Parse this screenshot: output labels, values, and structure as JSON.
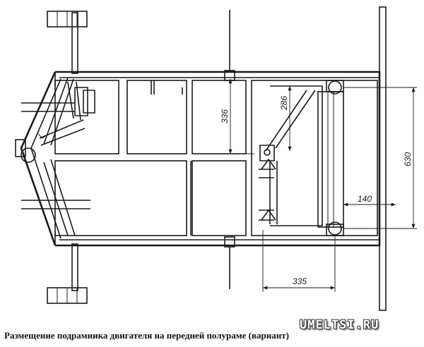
{
  "caption": "Размещение подрамника двигателя на передней полураме (вариант)",
  "watermark": "UMELTSI.RU",
  "dimensions": {
    "d336": "336",
    "d286": "286",
    "d630": "630",
    "d140": "140",
    "d335": "335"
  }
}
